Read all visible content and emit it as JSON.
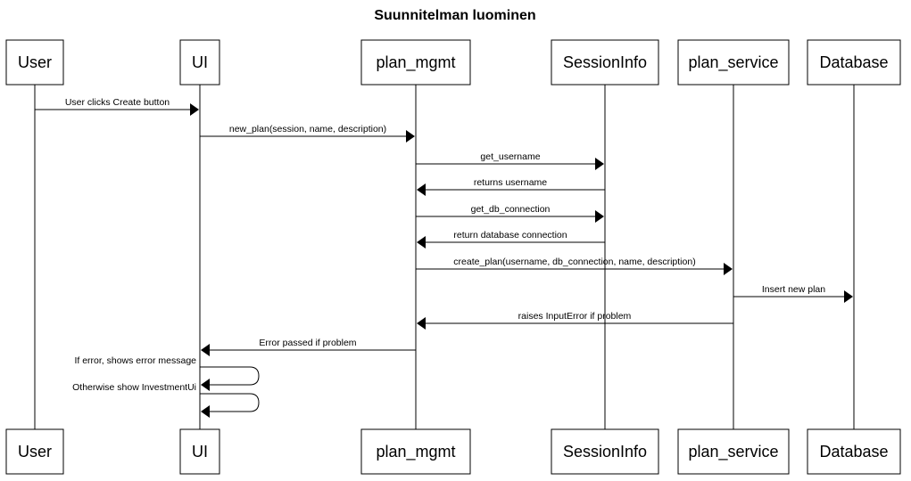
{
  "title": "Suunnitelman luominen",
  "participants": [
    "User",
    "UI",
    "plan_mgmt",
    "SessionInfo",
    "plan_service",
    "Database"
  ],
  "messages": [
    {
      "from": "User",
      "to": "UI",
      "label": "User clicks Create button"
    },
    {
      "from": "UI",
      "to": "plan_mgmt",
      "label": "new_plan(session, name, description)"
    },
    {
      "from": "plan_mgmt",
      "to": "SessionInfo",
      "label": "get_username"
    },
    {
      "from": "SessionInfo",
      "to": "plan_mgmt",
      "label": "returns username"
    },
    {
      "from": "plan_mgmt",
      "to": "SessionInfo",
      "label": "get_db_connection"
    },
    {
      "from": "SessionInfo",
      "to": "plan_mgmt",
      "label": "return database connection"
    },
    {
      "from": "plan_mgmt",
      "to": "plan_service",
      "label": "create_plan(username, db_connection, name, description)"
    },
    {
      "from": "plan_service",
      "to": "Database",
      "label": "Insert new plan"
    },
    {
      "from": "plan_service",
      "to": "plan_mgmt",
      "label": "raises InputError if problem"
    },
    {
      "from": "plan_mgmt",
      "to": "UI",
      "label": "Error passed if problem"
    },
    {
      "from": "UI",
      "to": "UI",
      "label": "If error, shows error message"
    },
    {
      "from": "UI",
      "to": "UI",
      "label": "Otherwise show InvestmentUi"
    }
  ]
}
